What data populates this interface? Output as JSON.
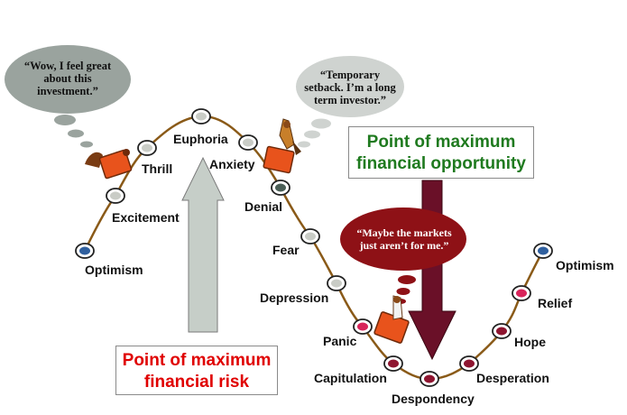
{
  "stages": [
    {
      "label": "Optimism"
    },
    {
      "label": "Excitement"
    },
    {
      "label": "Thrill"
    },
    {
      "label": "Euphoria"
    },
    {
      "label": "Anxiety"
    },
    {
      "label": "Denial"
    },
    {
      "label": "Fear"
    },
    {
      "label": "Depression"
    },
    {
      "label": "Panic"
    },
    {
      "label": "Capitulation"
    },
    {
      "label": "Despondency"
    },
    {
      "label": "Desperation"
    },
    {
      "label": "Hope"
    },
    {
      "label": "Relief"
    },
    {
      "label": "Optimism"
    }
  ],
  "bubbles": [
    {
      "text": "“Wow, I feel great about this investment.”"
    },
    {
      "text": "“Temporary setback. I’m a long term investor.”"
    },
    {
      "text": "“Maybe the markets just aren’t for me.”"
    }
  ],
  "callouts": {
    "opportunity": {
      "line1": "Point of maximum",
      "line2": "financial opportunity"
    },
    "risk": {
      "line1": "Point of maximum",
      "line2": "financial risk"
    }
  },
  "colors": {
    "curve": "#8a5a18",
    "dot_blue": "#2f5f9e",
    "dot_light_gray": "#c9ccc6",
    "dot_gray": "#8c948e",
    "dot_dark_teal": "#4a5e56",
    "dot_pink": "#d8245a",
    "dot_crimson": "#8e1530",
    "bubble_gray": "#9aa39e",
    "bubble_light_gray": "#cfd3d0",
    "bubble_red": "#8e1116",
    "arrow_up": "#c6cec8",
    "arrow_down": "#6a1028",
    "opportunity_text": "#1f7a1f",
    "risk_text": "#e00000"
  }
}
